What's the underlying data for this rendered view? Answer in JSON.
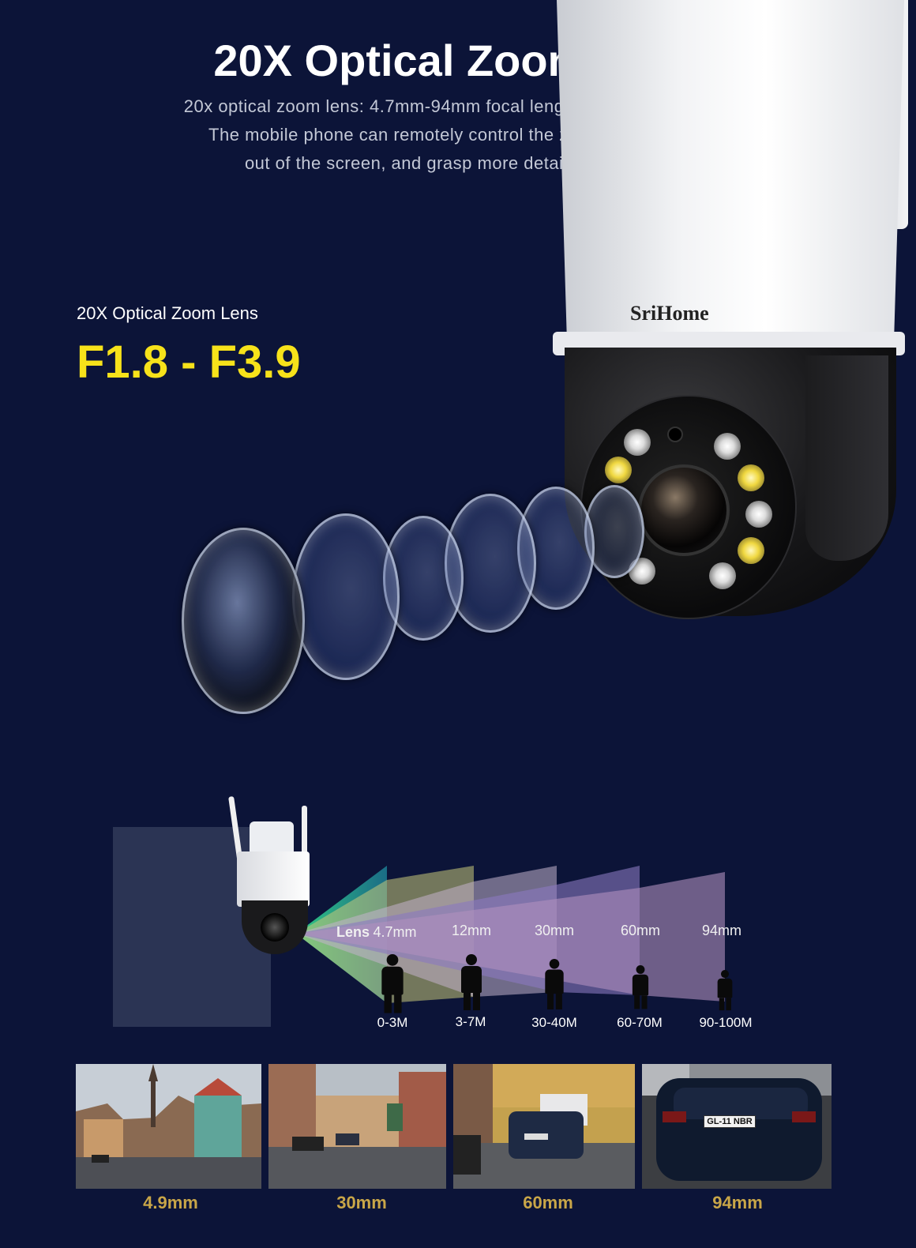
{
  "header": {
    "title": "20X Optical Zoom Lens",
    "subtitle_lines": [
      "20x optical zoom lens: 4.7mm-94mm focal length, faster and clearer",
      "The mobile phone can remotely control the zoom in and zoom",
      "out of the screen, and grasp more details at any time"
    ]
  },
  "feature": {
    "label": "20X Optical Zoom Lens",
    "aperture": "F1.8 - F3.9",
    "brand": "SriHome",
    "accent_color": "#f7e21a"
  },
  "zoom_diagram": {
    "lens_prefix": "Lens",
    "steps": [
      {
        "focal": "4.7mm",
        "distance": "0-3M",
        "color": "#1f9a8c"
      },
      {
        "focal": "12mm",
        "distance": "3-7M",
        "color": "#c4c46a"
      },
      {
        "focal": "30mm",
        "distance": "30-40M",
        "color": "#b7a7c4"
      },
      {
        "focal": "60mm",
        "distance": "60-70M",
        "color": "#7f6fb5"
      },
      {
        "focal": "94mm",
        "distance": "90-100M",
        "color": "#a889b8"
      }
    ]
  },
  "photos": [
    {
      "caption": "4.9mm"
    },
    {
      "caption": "30mm"
    },
    {
      "caption": "60mm"
    },
    {
      "caption": "94mm",
      "plate": "GL-11 NBR"
    }
  ],
  "colors": {
    "background": "#0c1438",
    "caption": "#c9a648"
  }
}
